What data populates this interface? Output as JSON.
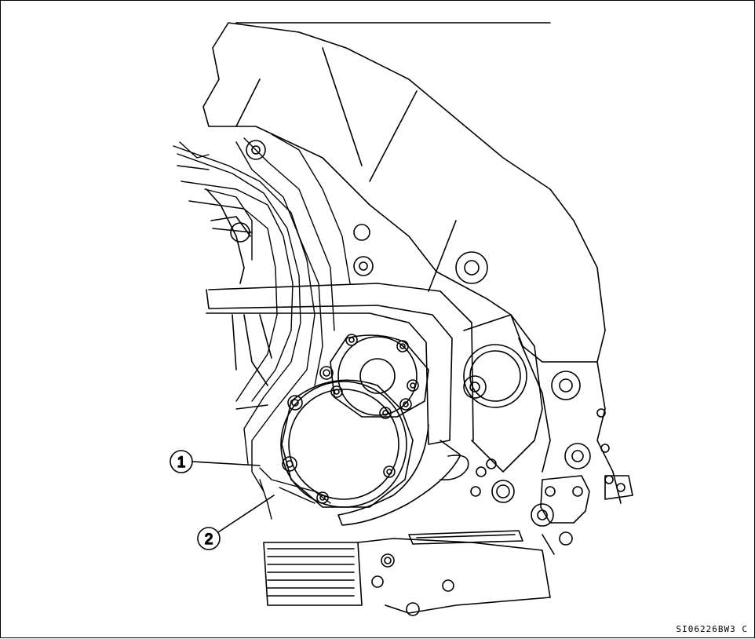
{
  "figure": {
    "code": "SI06226BW3  C",
    "callouts": [
      {
        "label": "1"
      },
      {
        "label": "2"
      }
    ]
  },
  "colors": {
    "line": "#000000",
    "background": "#ffffff"
  }
}
